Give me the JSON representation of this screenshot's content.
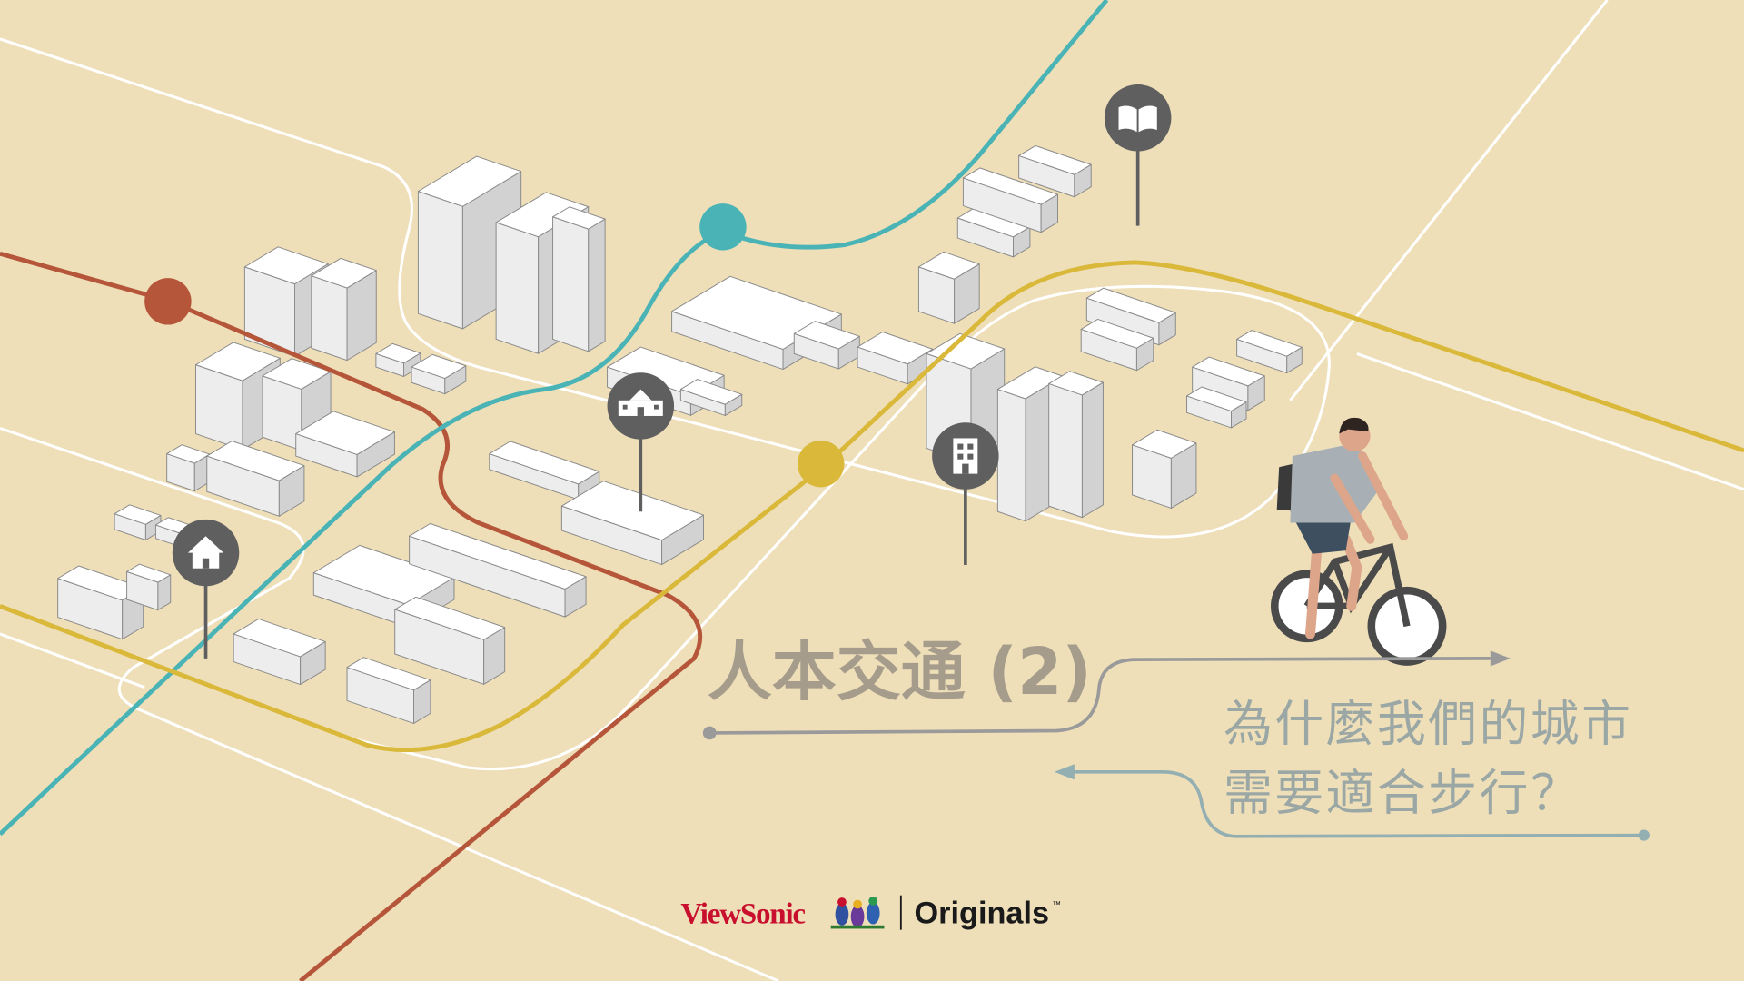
{
  "title": "人本交通 (2)",
  "subtitle": {
    "line1": "為什麼我們的城市",
    "line2": "需要適合步行？"
  },
  "logo": {
    "brand": "ViewSonic",
    "product": "Originals",
    "trademark": "™"
  },
  "colors": {
    "background": "#EEDFB9",
    "line_red": "#B5553A",
    "line_teal": "#4AB3B5",
    "line_yellow": "#D9B83A",
    "pin": "#5F5F5F"
  },
  "pins": [
    {
      "icon": "home-icon"
    },
    {
      "icon": "school-icon"
    },
    {
      "icon": "office-building-icon"
    },
    {
      "icon": "book-icon"
    }
  ]
}
